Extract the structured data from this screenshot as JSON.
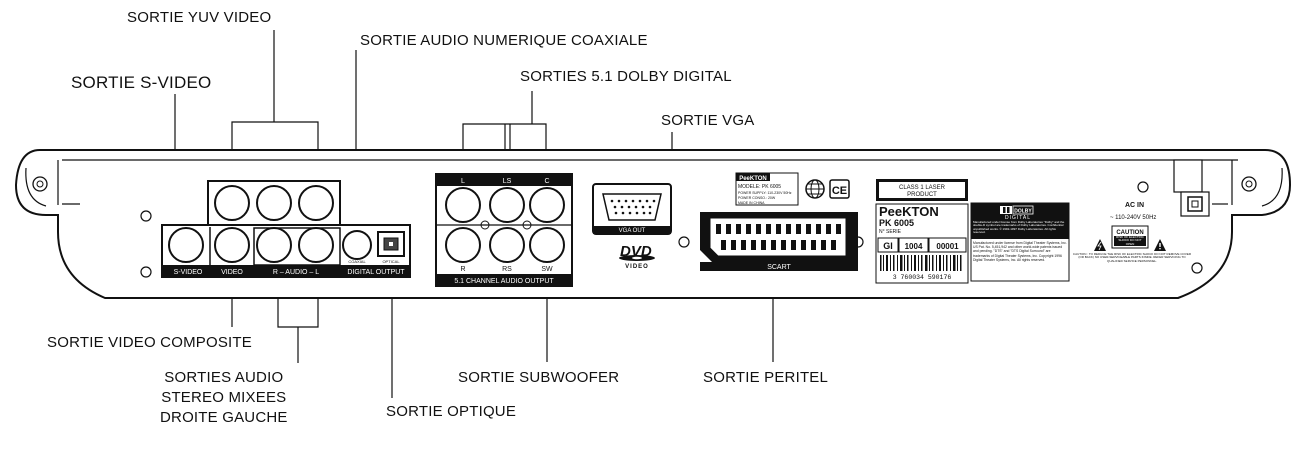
{
  "callouts": {
    "yuv": "SORTIE YUV VIDEO",
    "coax": "SORTIE AUDIO NUMERIQUE COAXIALE",
    "svideo": "SORTIE S-VIDEO",
    "dolby51": "SORTIES 5.1 DOLBY DIGITAL",
    "vga": "SORTIE VGA",
    "composite": "SORTIE VIDEO COMPOSITE",
    "stereo": [
      "SORTIES AUDIO",
      "STEREO MIXEES",
      "DROITE GAUCHE"
    ],
    "optical": "SORTIE OPTIQUE",
    "subwoofer": "SORTIE SUBWOOFER",
    "peritel": "SORTIE PERITEL"
  },
  "panel": {
    "svideo_label": "S-VIDEO",
    "video_label": "VIDEO",
    "audio_label": "R – AUDIO – L",
    "digital_output_label": "DIGITAL OUTPUT",
    "coaxial_label": "COAXIAL",
    "optical_label": "OPTICAL",
    "ch_l": "L",
    "ch_ls": "LS",
    "ch_c": "C",
    "ch_r": "R",
    "ch_rs": "RS",
    "ch_sw": "SW",
    "channel_output_label": "5.1 CHANNEL AUDIO OUTPUT",
    "vga_out_label": "VGA OUT",
    "dvd_logo": "DVD",
    "dvd_video": "VIDEO",
    "scart_label": "SCART",
    "brand_small": "PeeKTON",
    "model_line": "MODELE: PK 6005",
    "power_supply": "POWER SUPPLY: 110-230V 50Hz",
    "power_cons": "POWER CONSO.: 20W",
    "made_in": "MADE IN CHINA",
    "ce_mark": "CE",
    "laser_line1": "CLASS 1 LASER",
    "laser_line2": "PRODUCT",
    "brand_big": "PeeKTON",
    "model_big": "PK 6005",
    "serie": "N° SERIE",
    "serial_gi": "GI",
    "serial_1004": "1004",
    "serial_00001": "00001",
    "barcode_digits": "3 760034 590176",
    "dolby_box": "DOLBY",
    "dolby_digital": "DIGITAL",
    "dolby_text": "Manufactured under license from Dolby Laboratories \"Dolby\" and the double-D symbol are trademarks of Dolby Laboratories. Confidential unpublished works. © 1992-1997 Dolby Laboratories. All rights reserved.",
    "dts_text": "Manufactured under license from Digital Theater Systems, Inc. US Pat. No. 5,451,942 and other world-wide patents issued and pending. \"DTS\" and \"DTS Digital Surround\" are trademarks of Digital Theater Systems, Inc. Copyright 1996 Digital Theater Systems, Inc. All rights reserved.",
    "ac_in": "AC IN",
    "ac_voltage": "~ 110-240V 50Hz",
    "caution_title": "CAUTION",
    "caution_sub": "RISK OF ELECTRIC SHOCK DO NOT OPEN",
    "caution_text": "CAUTION : TO REDUCE THE RISK OF ELECTRIC SHOCK DO NOT REMOVE COVER (OR BACK) NO USER-SERVICEABLE PARTS INSIDE. REFER SERVICING TO QUALIFIED SERVICE PERSONNEL."
  }
}
